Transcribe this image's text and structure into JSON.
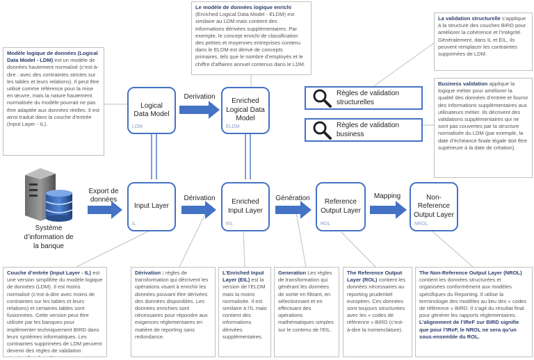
{
  "notes": {
    "ldm": {
      "title": "Modèle logique de données (Logical Data Model - LDM)",
      "text": " est un modèle de données hautement normalisé (c’est-à-dire : avec des contraintes strictes sur les tables et leurs relations). Il peut être utilisé comme référence pour la mise en œuvre, mais la nature hautement normalisée du modèle pourrait ne pas être adaptée aux données réelles. Il est ainsi traduit dans la couche d’entrée (Input Layer - IL)."
    },
    "eldm": {
      "title": "Le modèle de données logique enrichi",
      "text": " (Enriched Logical Data Model - ELDM) est similaire au LDM mais contient des informations dérivées supplémentaires. Par exemple, le concept enrichi de classification des petites et moyennes entreprises contenu dans le ELDM est dérivé de concepts primaires, tels que le nombre d’employés et le chiffre d’affaires annuel contenus dans le LDM."
    },
    "structural": {
      "title": "La validation structurelle",
      "text": " s’applique à la structure des couches BIRD pour améliorer la cohérence et l’intégrité. Généralement, dans IL et EIL, ils peuvent remplacer les contraintes supprimées de LDM."
    },
    "business": {
      "title": "Business validation",
      "text": " applique la logique métier pour améliorer la qualité des données d’entrée et fournir des informations supplémentaires aux utilisateurs métier. Ils décrivent des validations supplémentaires qui ne sont pas couvertes par la structure normalisée du LDM (par exemple, la date d’échéance finale légale doit être supérieure à la date de création)."
    },
    "il": {
      "title": "Couche d’entrée (Input Layer - IL)",
      "text": " est une version simplifiée du modèle logique de données (LDM). Il est moins normalisé (c’est-à-dire avec moins de contraintes sur les tables et leurs relations) et certaines tables sont fusionnées. Cette version peut être utilisée par les banques pour implémenter techniquement BIRD dans leurs systèmes informatiques. Les contraintes supprimées de LDM peuvent devenir des règles de validation structurelles dans IL."
    },
    "derivation": {
      "title": "Dérivation :",
      "text": " règles de transformation qui décrivent les opérations visant à enrichir les données pouvant être dérivées des données disponibles. Les données enrichies sont nécessaires pour répondre aux exigences réglementaires en matière de reporting sans redondance."
    },
    "eil": {
      "title": "L’Enriched Input Layer (EIL)",
      "text": " est la version de l’ELDM mais la moins normalisée. Il est similaire à l’IL mais contient des informations dérivées supplémentaires."
    },
    "generation": {
      "title": "Generation",
      "text": " Les règles de transformation qui génèrant les données de sortie en filtrant, en sélectionnant et en effectuant des opérations mathématiques simples sur le contenu de l’EIL."
    },
    "rol": {
      "title": "The Reference Output Layer (ROL)",
      "text": " contient les données nécessaires au reporting prudentiel européen. Ces données sont toujours structurées avec les « codes de référence » BIRD (c’est-à-dire la nomenclature)."
    },
    "nrol": {
      "title": "The Non-Reference Output Layer (NROL)",
      "text": " contient les données structurées et organisées conformément aux modèles spécifiques du Reporting. Il utilise la terminologie des modèles au lieu des « codes de référence » BIRD. Il s’agit du résultat final pour générer les rapports réglementaires. ",
      "bold_end": "L’alignement de l’IReF sur BIRD signifie que pour l’IReF, le NROL ne sera qu’un sous-ensemble du ROL."
    }
  },
  "boxes": {
    "ldm": {
      "label": "Logical Data Model",
      "abbr": "LDM"
    },
    "eldm": {
      "label": "Enriched Logical Data Model",
      "abbr": "ELDM"
    },
    "il": {
      "label": "Input Layer",
      "abbr": "IL"
    },
    "eil": {
      "label": "Enriched Input Layer",
      "abbr": "EIL"
    },
    "rol": {
      "label": "Reference Output Layer",
      "abbr": "ROL"
    },
    "nrol": {
      "label": "Non-Reference Output Layer",
      "abbr": "NROL"
    }
  },
  "rules": {
    "structural": "Règles de validation structurelles",
    "business": "Règles de validation business"
  },
  "arrows": {
    "derivation_top": "Derivation",
    "export": "Export de données",
    "derivation_bottom": "Dérivation",
    "generation": "Génération",
    "mapping": "Mapping"
  },
  "source": {
    "label": "Système d’information de la banque",
    "icon": "database-server-icon"
  },
  "colors": {
    "accent": "#4472c4",
    "note_title": "#2c3e6b"
  }
}
